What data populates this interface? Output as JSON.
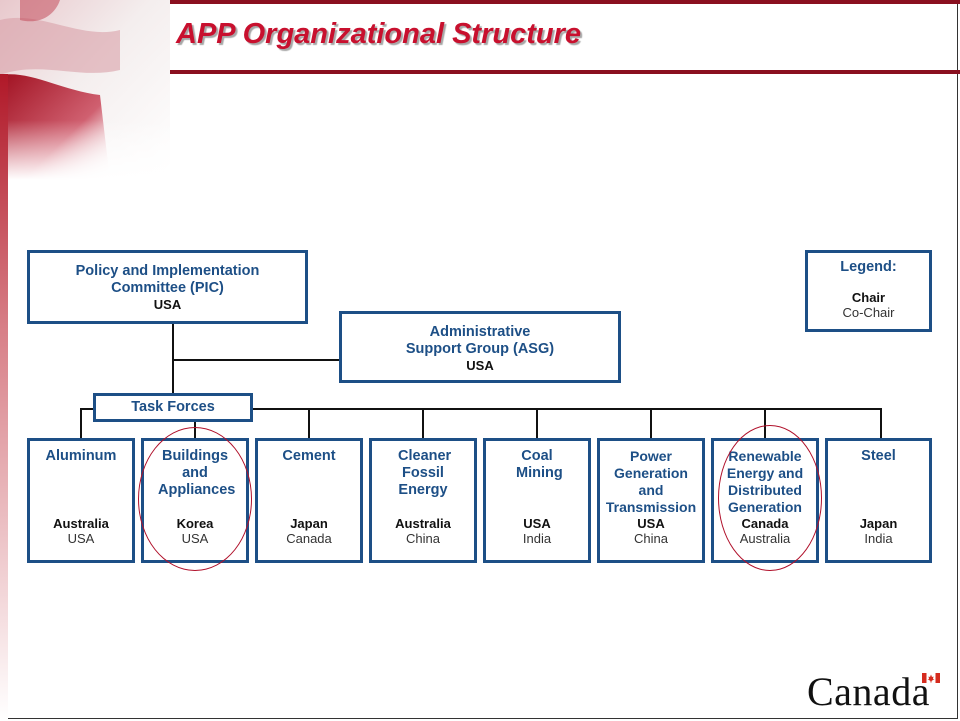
{
  "title": "APP Organizational Structure",
  "pic": {
    "name": "Policy and Implementation Committee (PIC)",
    "chair": "USA"
  },
  "asg": {
    "name": "Administrative Support Group (ASG)",
    "chair": "USA"
  },
  "legend": {
    "title": "Legend:",
    "chair": "Chair",
    "cochair": "Co-Chair"
  },
  "task_forces_label": "Task Forces",
  "task_forces": [
    {
      "name": "Aluminum",
      "chair": "Australia",
      "cochair": "USA"
    },
    {
      "name": "Buildings and Appliances",
      "chair": "Korea",
      "cochair": "USA"
    },
    {
      "name": "Cement",
      "chair": "Japan",
      "cochair": "Canada"
    },
    {
      "name": "Cleaner Fossil Energy",
      "chair": "Australia",
      "cochair": "China"
    },
    {
      "name": "Coal Mining",
      "chair": "USA",
      "cochair": "India"
    },
    {
      "name": "Power Generation and Transmission",
      "chair": "USA",
      "cochair": "China"
    },
    {
      "name": "Renewable Energy and Distributed Generation",
      "chair": "Canada",
      "cochair": "Australia"
    },
    {
      "name": "Steel",
      "chair": "Japan",
      "cochair": "India"
    }
  ],
  "highlighted": [
    "Buildings and Appliances",
    "Renewable Energy and Distributed Generation"
  ],
  "wordmark": "Canada",
  "colors": {
    "title_red": "#c8102e",
    "box_blue": "#1d4f86",
    "circle_red": "#b0102a"
  }
}
